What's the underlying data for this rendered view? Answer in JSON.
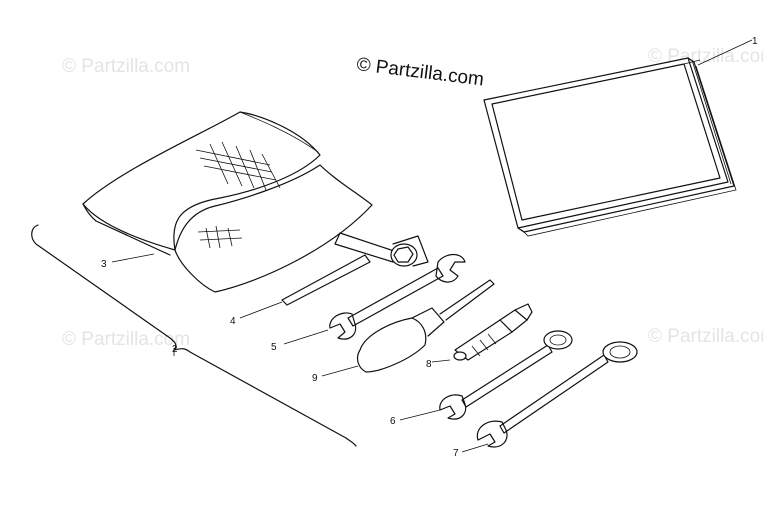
{
  "copyright": "© Partzilla.com",
  "watermarks": [
    "© Partzilla.com",
    "© Partzilla.com",
    "© Partzilla.com",
    "© Partzilla.com"
  ],
  "callouts": [
    "1",
    "2",
    "3",
    "4",
    "5",
    "6",
    "7",
    "8",
    "9"
  ],
  "colors": {
    "ink": "#111111",
    "watermark": "#e4e4e4",
    "background": "#ffffff"
  }
}
